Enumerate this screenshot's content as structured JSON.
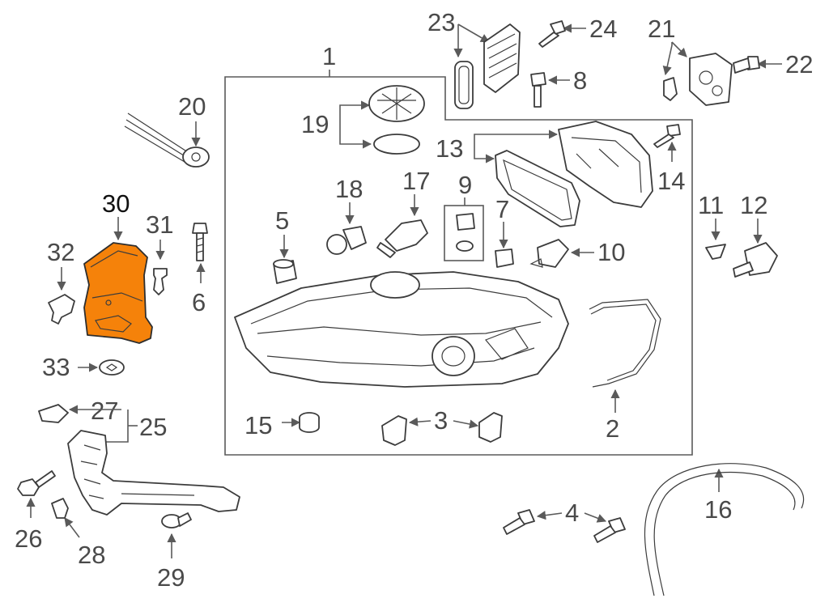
{
  "diagram": {
    "highlight_color": "#f5820a",
    "callouts": [
      {
        "id": "1",
        "label": "1"
      },
      {
        "id": "2",
        "label": "2"
      },
      {
        "id": "3",
        "label": "3"
      },
      {
        "id": "4",
        "label": "4"
      },
      {
        "id": "5",
        "label": "5"
      },
      {
        "id": "6",
        "label": "6"
      },
      {
        "id": "7",
        "label": "7"
      },
      {
        "id": "8",
        "label": "8"
      },
      {
        "id": "9",
        "label": "9"
      },
      {
        "id": "10",
        "label": "10"
      },
      {
        "id": "11",
        "label": "11"
      },
      {
        "id": "12",
        "label": "12"
      },
      {
        "id": "13",
        "label": "13"
      },
      {
        "id": "14",
        "label": "14"
      },
      {
        "id": "15",
        "label": "15"
      },
      {
        "id": "16",
        "label": "16"
      },
      {
        "id": "17",
        "label": "17"
      },
      {
        "id": "18",
        "label": "18"
      },
      {
        "id": "19",
        "label": "19"
      },
      {
        "id": "20",
        "label": "20"
      },
      {
        "id": "21",
        "label": "21"
      },
      {
        "id": "22",
        "label": "22"
      },
      {
        "id": "23",
        "label": "23"
      },
      {
        "id": "24",
        "label": "24"
      },
      {
        "id": "25",
        "label": "25"
      },
      {
        "id": "26",
        "label": "26"
      },
      {
        "id": "27",
        "label": "27"
      },
      {
        "id": "28",
        "label": "28"
      },
      {
        "id": "29",
        "label": "29"
      },
      {
        "id": "30",
        "label": "30"
      },
      {
        "id": "31",
        "label": "31"
      },
      {
        "id": "32",
        "label": "32"
      },
      {
        "id": "33",
        "label": "33"
      }
    ]
  }
}
